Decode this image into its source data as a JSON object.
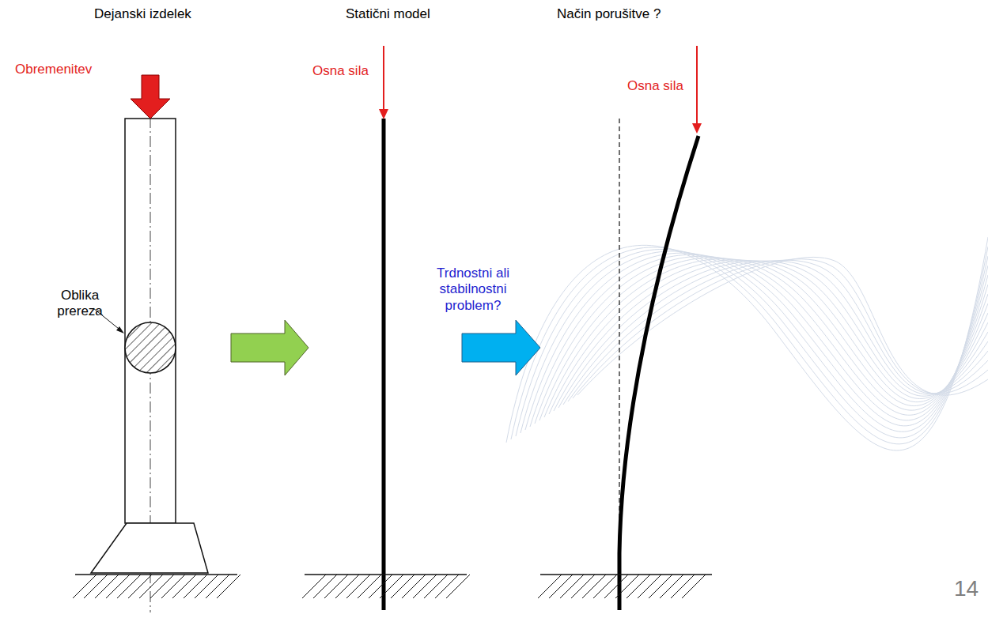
{
  "diagram": {
    "labels": [
      "Dejanski izdelek",
      "Statični model",
      "Način porušitve ?",
      "Obremenitev",
      "Osna sila",
      "Osna sila",
      "Oblika prereza",
      "Trdnostni ali stabilnostni problem?",
      "14"
    ]
  }
}
